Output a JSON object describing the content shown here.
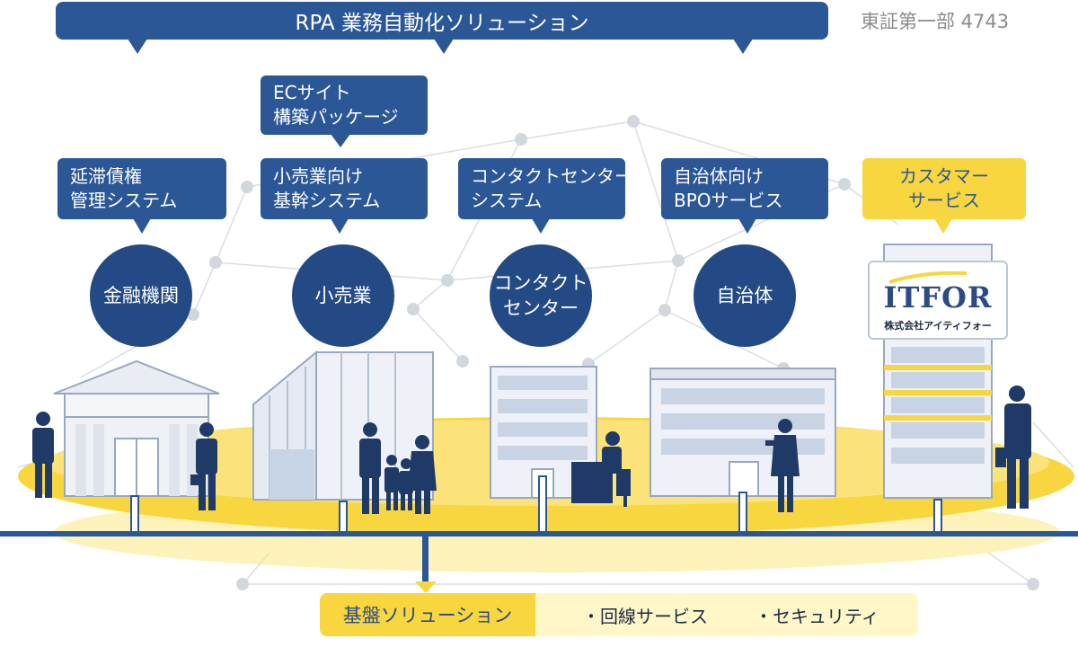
{
  "banner": "RPA 業務自動化ソリューション",
  "exchange": "東証第一部 4743",
  "ec_bubble": [
    "ECサイト",
    "構築パッケージ"
  ],
  "solutions": [
    {
      "lines": [
        "延滞債権",
        "管理システム"
      ]
    },
    {
      "lines": [
        "小売業向け",
        "基幹システム"
      ]
    },
    {
      "lines": [
        "コンタクトセンター",
        "システム"
      ]
    },
    {
      "lines": [
        "自治体向け",
        "BPOサービス"
      ]
    },
    {
      "lines": [
        "カスタマー",
        "サービス"
      ],
      "highlight": true
    }
  ],
  "sectors": [
    {
      "lines": [
        "金融機関"
      ]
    },
    {
      "lines": [
        "小売業"
      ]
    },
    {
      "lines": [
        "コンタクト",
        "センター"
      ]
    },
    {
      "lines": [
        "自治体"
      ]
    }
  ],
  "company": {
    "logo": "ITFOR",
    "name": "株式会社アイティフォー"
  },
  "foundation": {
    "label": "基盤ソリューション",
    "items": [
      "・回線サービス",
      "・セキュリティ"
    ]
  },
  "colors": {
    "navy": "#2b5797",
    "yellow": "#f7d640",
    "light_yellow": "#fff7c8"
  }
}
